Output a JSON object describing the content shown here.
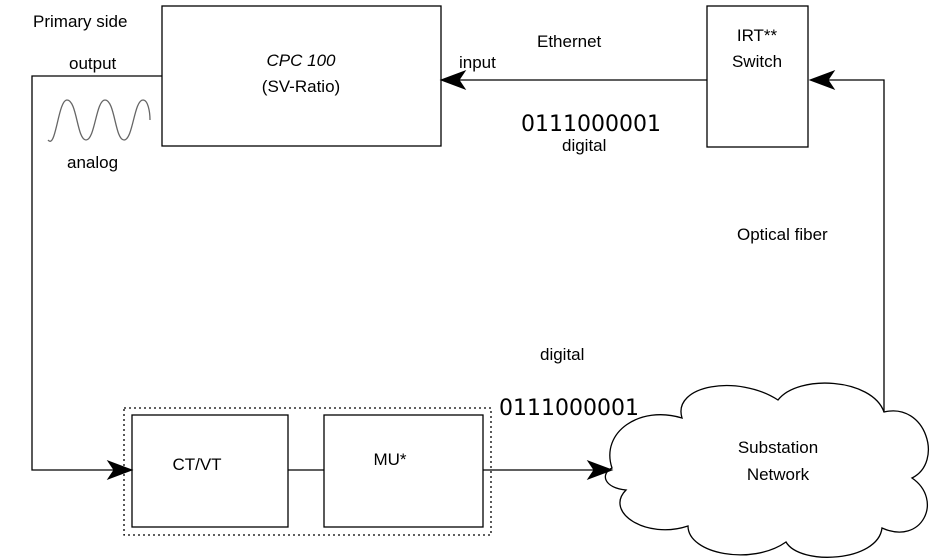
{
  "labels": {
    "primary_side": "Primary side",
    "output": "output",
    "analog": "analog",
    "input": "input",
    "ethernet": "Ethernet",
    "digital_top": "digital",
    "bits_top": "0111000001",
    "optical_fiber": "Optical fiber",
    "digital_bottom": "digital",
    "bits_bottom": "0111000001"
  },
  "blocks": {
    "cpc_title": "CPC 100",
    "cpc_subtitle": "(SV-Ratio)",
    "irt_line1": "IRT**",
    "irt_line2": "Switch",
    "ctvt": "CT/VT",
    "mu": "MU*",
    "network_line1": "Substation",
    "network_line2": "Network"
  },
  "colors": {
    "stroke": "#000000",
    "background": "#ffffff"
  }
}
